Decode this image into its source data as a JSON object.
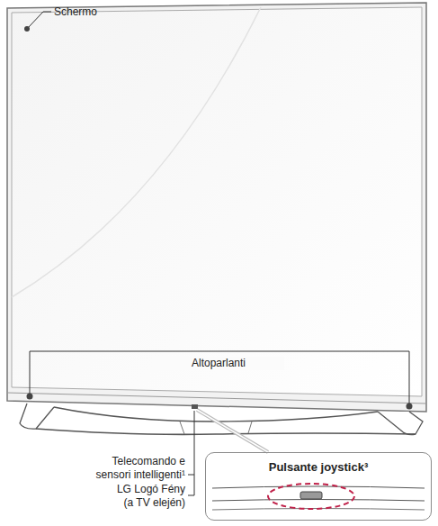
{
  "diagram": {
    "nodes": [
      {
        "text": [
          "Pulsante joystick³"
        ]
      }
    ],
    "labels": [
      "Schermo",
      "Altoparlanti",
      "Telecomando e sensori intelligenti¹",
      "LG Logó Fény (a TV elején)"
    ]
  }
}
